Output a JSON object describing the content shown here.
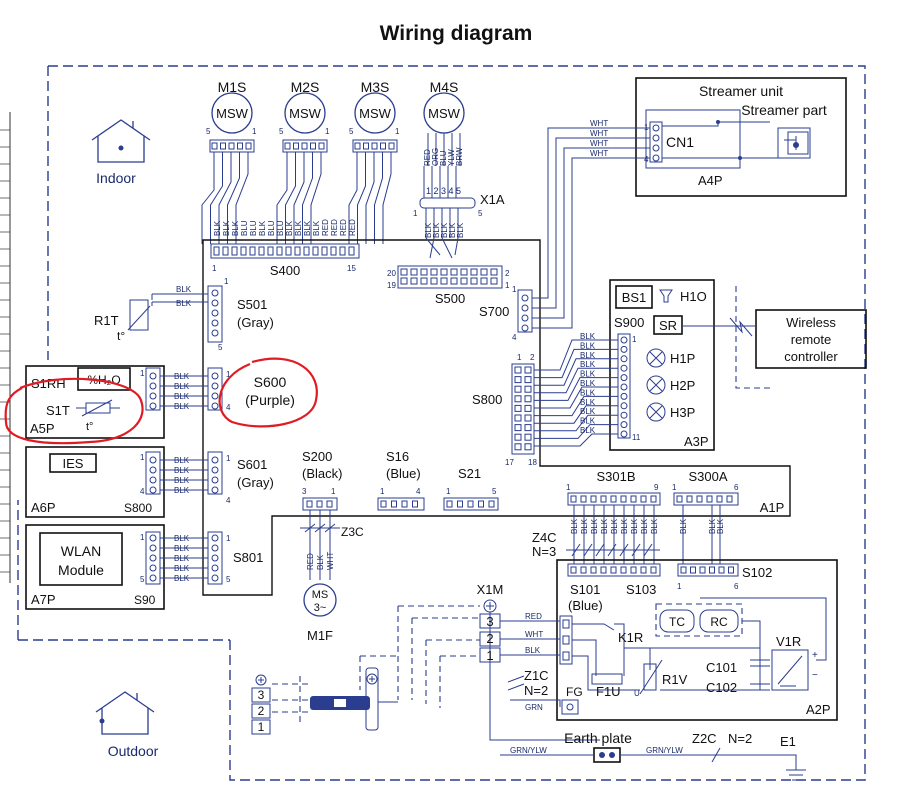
{
  "title": "Wiring diagram",
  "zones": {
    "indoor": "Indoor",
    "outdoor": "Outdoor"
  },
  "motors": [
    {
      "name": "M1S",
      "label": "MSW"
    },
    {
      "name": "M2S",
      "label": "MSW"
    },
    {
      "name": "M3S",
      "label": "MSW"
    },
    {
      "name": "M4S",
      "label": "MSW"
    }
  ],
  "m4s_wires": [
    "RED",
    "ORG",
    "BLU",
    "YLW",
    "BRW"
  ],
  "x1a": {
    "name": "X1A",
    "pins": "1 2 3 4 5",
    "start": "1",
    "end": "5"
  },
  "x1a_wires": [
    "BLK",
    "BLK",
    "BLK",
    "BLK",
    "BLK"
  ],
  "s400": {
    "name": "S400",
    "start": "1",
    "end": "15"
  },
  "s400_wires": [
    "BLK",
    "BLK",
    "BLK",
    "BLU",
    "BLU",
    "BLK",
    "BLU",
    "BLU",
    "BLK",
    "BLK",
    "BLK",
    "BLK",
    "RED",
    "RED",
    "RED",
    "RED"
  ],
  "s500": {
    "name": "S500",
    "p20": "20",
    "p19": "19",
    "p2": "2",
    "p1": "1"
  },
  "s501": {
    "name": "S501",
    "color": "(Gray)",
    "start": "1",
    "end": "5"
  },
  "r1t": {
    "name": "R1T",
    "sym": "t°"
  },
  "wire_blk": "BLK",
  "wire_wht": "WHT",
  "s600": {
    "name": "S600",
    "color": "(Purple)",
    "start": "1",
    "end": "4"
  },
  "a5p": {
    "name": "A5P",
    "s1rh": "S1RH",
    "humidity": "%H₂O",
    "s1t": "S1T",
    "sym": "t°",
    "start": "1",
    "end": "4"
  },
  "a6p": {
    "name": "A6P",
    "ies": "IES",
    "conn": "S800",
    "start": "1",
    "end": "4"
  },
  "s601": {
    "name": "S601",
    "color": "(Gray)",
    "start": "1",
    "end": "4"
  },
  "a7p": {
    "name": "A7P",
    "line1": "WLAN",
    "line2": "Module",
    "conn": "S90",
    "start": "1",
    "end": "5"
  },
  "s801": {
    "name": "S801",
    "start": "1",
    "end": "5"
  },
  "s200": {
    "name": "S200",
    "color": "(Black)",
    "start": "3",
    "end": "1"
  },
  "s16": {
    "name": "S16",
    "color": "(Blue)",
    "start": "1",
    "end": "4"
  },
  "s21": {
    "name": "S21",
    "start": "1",
    "end": "5"
  },
  "z3c": "Z3C",
  "m1f": {
    "name": "M1F",
    "line1": "MS",
    "line2": "3~",
    "wires": [
      "RED",
      "BLK",
      "WHT"
    ]
  },
  "s700": {
    "name": "S700",
    "start": "1",
    "end": "4"
  },
  "s800": {
    "name": "S800",
    "p1": "1",
    "p2": "2",
    "p17": "17",
    "p18": "18"
  },
  "streamer": {
    "title": "Streamer unit",
    "part": "Streamer part",
    "cn1": "CN1",
    "p1": "1",
    "p4": "4",
    "board": "A4P"
  },
  "a3p": {
    "name": "A3P",
    "bs1": "BS1",
    "h1o": "H1O",
    "s900": "S900",
    "sr": "SR",
    "lamps": [
      "H1P",
      "H2P",
      "H3P"
    ],
    "start": "1",
    "end": "11"
  },
  "wireless": {
    "line1": "Wireless",
    "line2": "remote",
    "line3": "controller"
  },
  "a1p": {
    "name": "A1P"
  },
  "s301b": {
    "name": "S301B",
    "start": "1",
    "end": "9"
  },
  "s300a": {
    "name": "S300A",
    "start": "1",
    "end": "6"
  },
  "z4c": {
    "name": "Z4C",
    "n": "N=3"
  },
  "a2p": {
    "name": "A2P",
    "s101": "S101",
    "s101_color": "(Blue)",
    "s103": "S103",
    "s102": "S102",
    "p1": "1",
    "p6": "6",
    "k1r": "K1R",
    "tc": "TC",
    "rc": "RC",
    "v1r": "V1R",
    "r1v": "R1V",
    "c101": "C101",
    "c102": "C102",
    "f1u": "F1U",
    "fg": "FG",
    "u": "U",
    "plus": "+",
    "minus": "−"
  },
  "x1m": {
    "name": "X1M",
    "terminals": [
      "3",
      "2",
      "1"
    ],
    "wires": [
      "RED",
      "WHT",
      "BLK",
      "GRN"
    ]
  },
  "z1c": {
    "name": "Z1C",
    "n": "N=2"
  },
  "earth": {
    "label": "Earth plate",
    "wire": "GRN/YLW",
    "z2c": "Z2C",
    "n": "N=2",
    "e1": "E1"
  },
  "outdoor_terminals": [
    "3",
    "2",
    "1"
  ],
  "colors": {
    "line": "#2b3d8f",
    "text": "#1a2a6c",
    "highlight": "#e01b24"
  }
}
